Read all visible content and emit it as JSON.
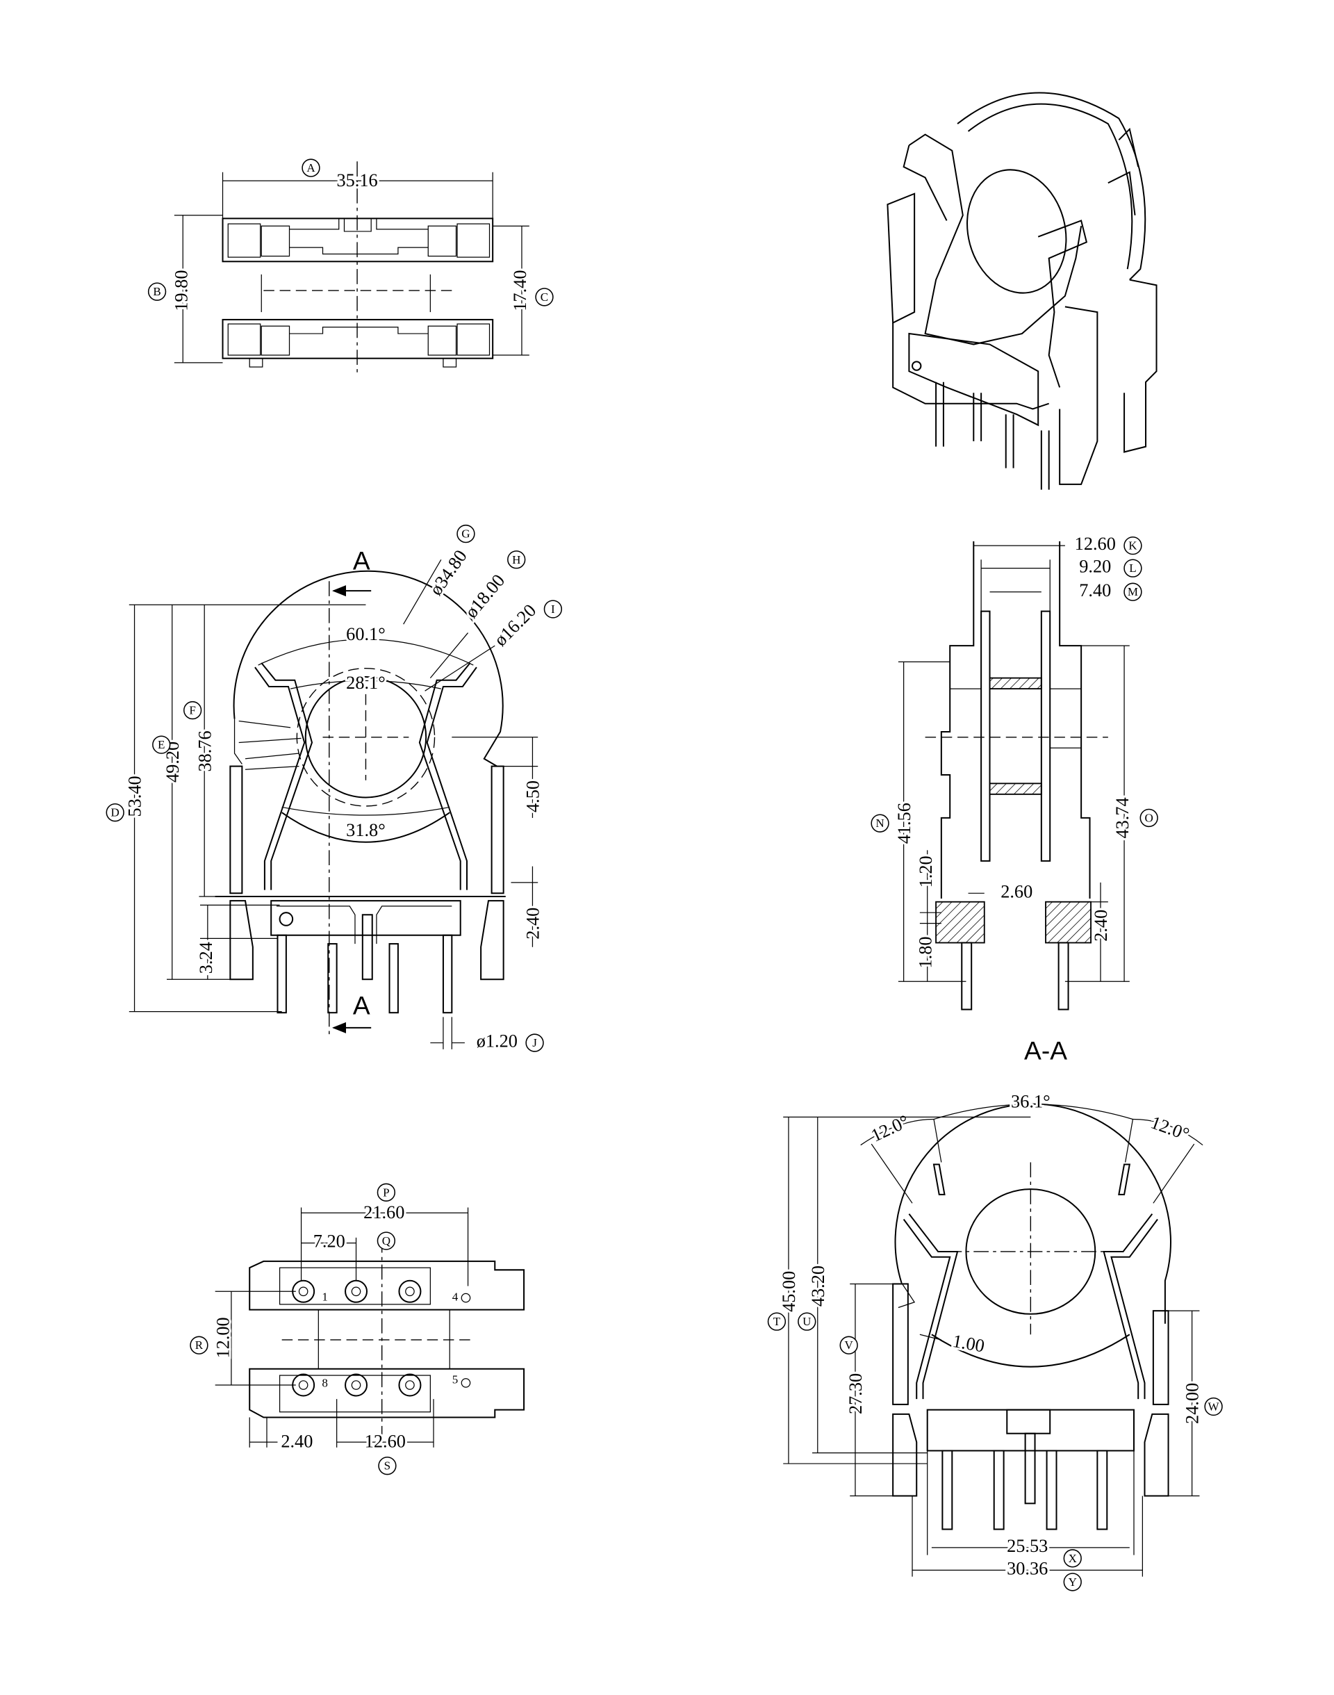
{
  "top_view": {
    "dim_a": "35.16",
    "letter_a": "A",
    "dim_b": "19.80",
    "letter_b": "B",
    "dim_c": "17.40",
    "letter_c": "C"
  },
  "front_view": {
    "section_mark_top": "A",
    "section_mark_bottom": "A",
    "dim_g": "ø34.80",
    "letter_g": "G",
    "dim_h": "ø18.00",
    "letter_h": "H",
    "dim_i": "ø16.20",
    "letter_i": "I",
    "angle_outer": "60.1°",
    "angle_inner": "28.1°",
    "angle_lower": "31.8°",
    "dim_d": "53.40",
    "letter_d": "D",
    "dim_e": "49.20",
    "letter_e": "E",
    "dim_f": "38.76",
    "letter_f": "F",
    "dim_4_50": "4.50",
    "dim_2_40": "2.40",
    "dim_3_24": "3.24",
    "dim_j": "ø1.20",
    "letter_j": "J"
  },
  "section_view": {
    "title": "A-A",
    "dim_k": "12.60",
    "letter_k": "K",
    "dim_l": "9.20",
    "letter_l": "L",
    "dim_m": "7.40",
    "letter_m": "M",
    "dim_n": "41.56",
    "letter_n": "N",
    "dim_o": "43.74",
    "letter_o": "O",
    "dim_1_20": "1.20",
    "dim_1_80": "1.80",
    "dim_2_60": "2.60",
    "dim_2_40": "2.40"
  },
  "bottom_view": {
    "dim_p": "21.60",
    "letter_p": "P",
    "dim_q": "7.20",
    "letter_q": "Q",
    "dim_r": "12.00",
    "letter_r": "R",
    "dim_2_40": "2.40",
    "dim_s": "12.60",
    "letter_s": "S",
    "pins": [
      "1",
      "4",
      "8",
      "5"
    ]
  },
  "side_view": {
    "angle_top": "36.1°",
    "angle_left": "12.0°",
    "angle_right": "12.0°",
    "dim_t": "45.00",
    "letter_t": "T",
    "dim_u": "43.20",
    "letter_u": "U",
    "dim_v": "27.30",
    "letter_v": "V",
    "dim_w": "24.00",
    "letter_w": "W",
    "dim_wall": "1.00",
    "dim_x": "25.53",
    "letter_x": "X",
    "dim_y": "30.36",
    "letter_y": "Y"
  }
}
